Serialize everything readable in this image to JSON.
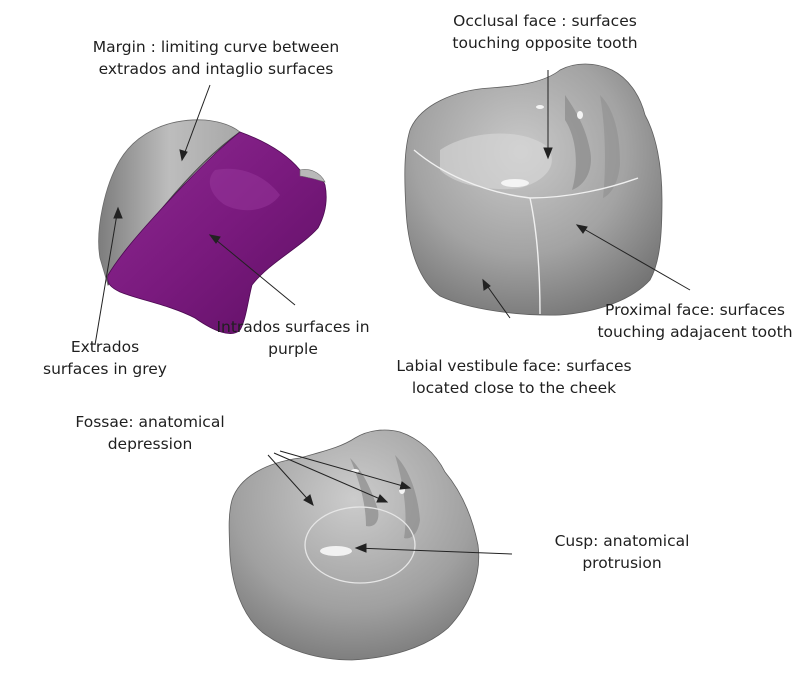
{
  "labels": {
    "margin": [
      "Margin : limiting curve between",
      "extrados and intaglio surfaces"
    ],
    "extrados": [
      "Extrados",
      "surfaces in grey"
    ],
    "intrados": [
      "Intrados surfaces in",
      "purple"
    ],
    "occlusal": [
      "Occlusal face : surfaces",
      "touching opposite tooth"
    ],
    "proximal": [
      "Proximal face: surfaces",
      "touching adajacent tooth"
    ],
    "labial": [
      "Labial vestibule face: surfaces",
      "located close to the cheek"
    ],
    "fossae": [
      "Fossae: anatomical",
      "depression"
    ],
    "cusp": [
      "Cusp: anatomical",
      "protrusion"
    ]
  },
  "colors": {
    "extrados_grey": "#9a9a9a",
    "intrados_purple": "#7a1a7e",
    "leader_line": "#222222",
    "outline_curve": "#e8e8e8"
  }
}
